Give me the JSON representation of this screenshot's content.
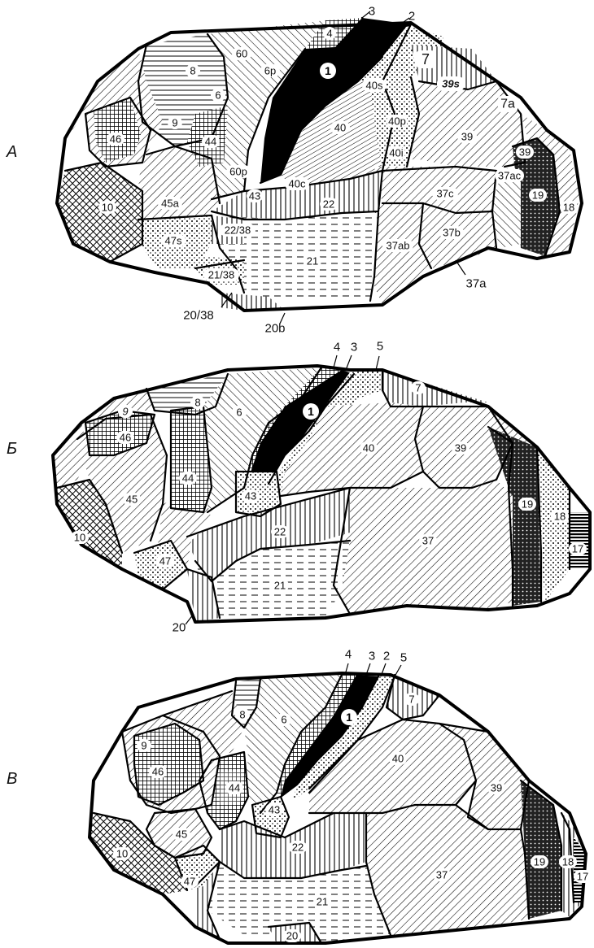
{
  "panels": [
    {
      "letter": "А",
      "areas": [
        "4",
        "6p",
        "60",
        "8",
        "6",
        "1",
        "40s",
        "7",
        "39s",
        "7a",
        "40",
        "40p",
        "46",
        "9",
        "44",
        "40i",
        "39",
        "60p",
        "39",
        "43",
        "40c",
        "37ac",
        "10",
        "45a",
        "22",
        "37c",
        "19",
        "18",
        "47s",
        "22/38",
        "37b",
        "21",
        "37ab",
        "21/38"
      ],
      "callouts": [
        "3",
        "2",
        "37a",
        "20/38",
        "20b"
      ]
    },
    {
      "letter": "Б",
      "areas": [
        "8",
        "6",
        "1",
        "7",
        "9",
        "46",
        "40",
        "39",
        "44",
        "45",
        "43",
        "19",
        "22",
        "10",
        "18",
        "37",
        "17",
        "47",
        "21"
      ],
      "callouts": [
        "4",
        "3",
        "5",
        "20"
      ]
    },
    {
      "letter": "В",
      "areas": [
        "8",
        "6",
        "1",
        "7",
        "40",
        "9",
        "46",
        "39",
        "44",
        "43",
        "45",
        "22",
        "10",
        "19",
        "18",
        "17",
        "37",
        "47",
        "21",
        "20"
      ],
      "callouts": [
        "4",
        "3",
        "2",
        "5"
      ]
    }
  ]
}
